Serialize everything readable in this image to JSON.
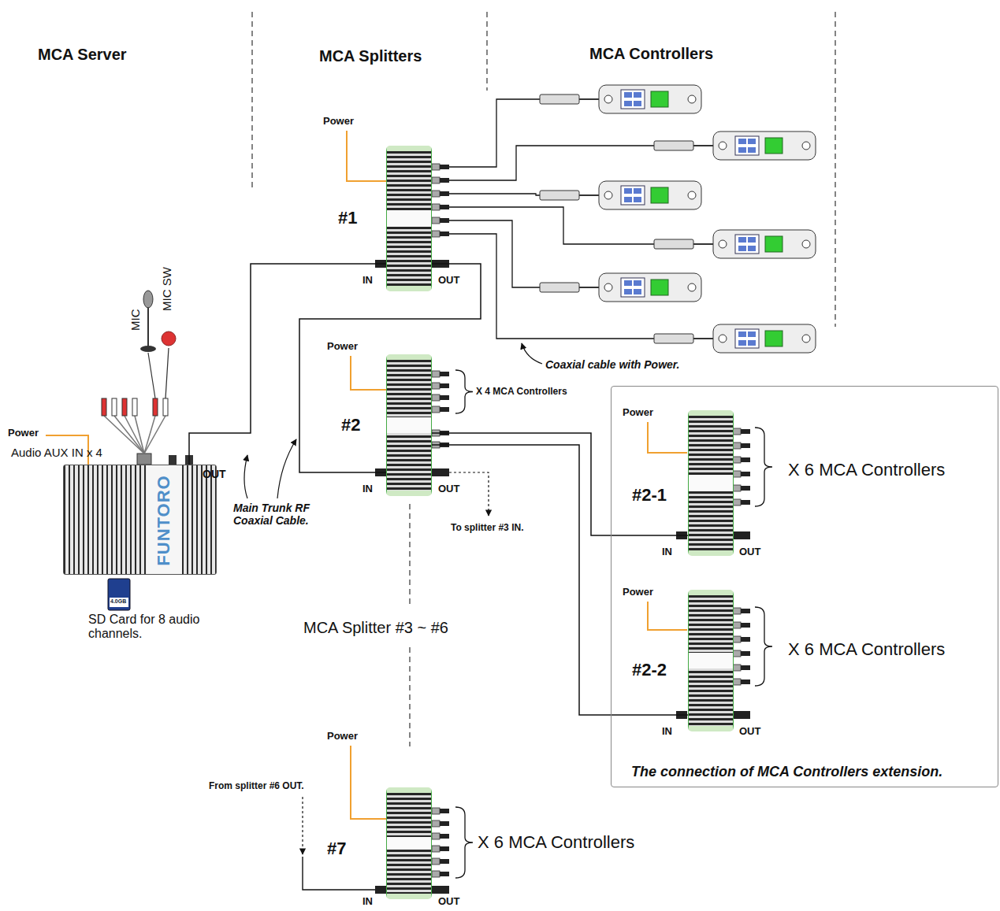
{
  "diagram": {
    "nodes": [
      {
        "text": [
          "FUNTORO"
        ]
      },
      {
        "text": [
          "#1"
        ]
      },
      {
        "text": [
          "#2"
        ]
      },
      {
        "text": [
          "The connection of MCA Controllers extension."
        ]
      },
      {
        "text": [
          "#2-1"
        ],
        "in": 3
      },
      {
        "text": [
          "#2-2"
        ],
        "in": 3
      },
      {
        "text": [
          "#7"
        ]
      }
    ],
    "edges": [
      {
        "from": 0,
        "to": 1,
        "arrow": "none"
      },
      {
        "from": 1,
        "to": 2,
        "arrow": "none"
      },
      {
        "from": 2,
        "to": 4,
        "arrow": "none"
      },
      {
        "from": 2,
        "to": 5,
        "arrow": "none"
      }
    ],
    "labels": [
      "MCA Server",
      "MCA Splitters",
      "MCA Controllers",
      "Audio AUX IN x 4",
      "MIC",
      "MIC SW",
      "Power",
      "OUT",
      "4.0GB",
      "SD Card for 8 audio channels.",
      "Main Trunk RF Coaxial Cable.",
      "Power",
      "IN",
      "OUT",
      "Coaxial cable with Power.",
      "Power",
      "X 4 MCA Controllers",
      "IN",
      "OUT",
      "To splitter #3 IN.",
      "MCA Splitter #3 ~ #6",
      "Power",
      "X 6 MCA Controllers",
      "IN",
      "OUT",
      "Power",
      "X 6 MCA Controllers",
      "IN",
      "OUT",
      "Power",
      "From splitter #6 OUT.",
      "X 6 MCA Controllers",
      "IN",
      "OUT"
    ]
  }
}
